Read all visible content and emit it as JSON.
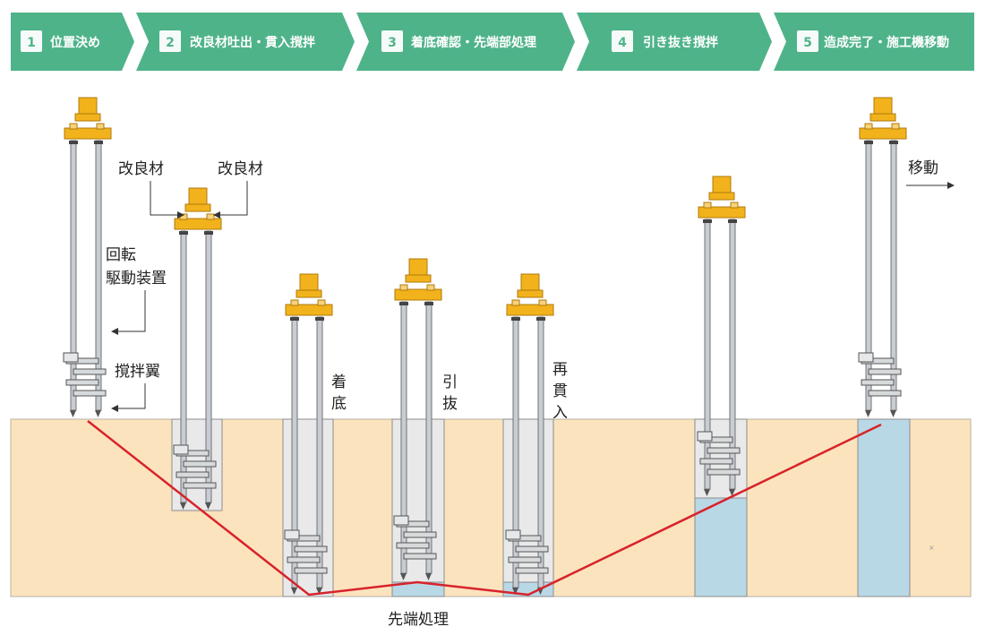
{
  "steps": [
    {
      "num": "1",
      "label": "位置決め"
    },
    {
      "num": "2",
      "label": "改良材吐出・貫入撹拌"
    },
    {
      "num": "3",
      "label": "着底確認・先端部処理"
    },
    {
      "num": "4",
      "label": "引き抜き撹拌"
    },
    {
      "num": "5",
      "label": "造成完了・施工機移動"
    }
  ],
  "labels": {
    "material_left": "改良材",
    "material_right": "改良材",
    "rotation_1": "回転",
    "rotation_2": "駆動装置",
    "blade": "撹拌翼",
    "landing": [
      "着",
      "底"
    ],
    "pullout": [
      "引",
      "抜"
    ],
    "repenetrate": [
      "再",
      "貫",
      "入"
    ],
    "move": "移動",
    "tip_treatment": "先端処理"
  },
  "colors": {
    "step_bg": "#4fb38a",
    "step_num_bg": "#ffffff",
    "soil": "#fbe3bd",
    "improved": "#b9d8e6",
    "hole": "#e9e9e9",
    "machine": "#f2b21b",
    "line": "#d8232a"
  }
}
